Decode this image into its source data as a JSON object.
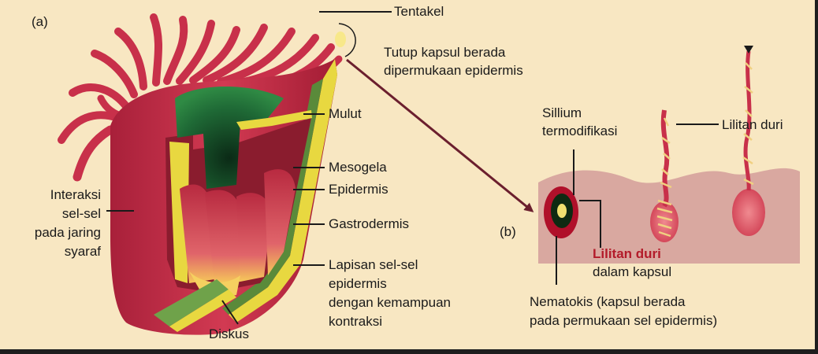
{
  "panel_a_label": "(a)",
  "panel_b_label": "(b)",
  "labels": {
    "tentakel": "Tentakel",
    "tutup_1": "Tutup kapsul berada",
    "tutup_2": "dipermukaan epidermis",
    "mulut": "Mulut",
    "mesogela": "Mesogela",
    "epidermis": "Epidermis",
    "gastrodermis": "Gastrodermis",
    "lapisan_1": "Lapisan sel-sel",
    "lapisan_2": "epidermis",
    "lapisan_3": "dengan kemampuan",
    "lapisan_4": "kontraksi",
    "diskus": "Diskus",
    "interaksi_1": "Interaksi",
    "interaksi_2": "sel-sel",
    "interaksi_3": "pada jaring",
    "interaksi_4": "syaraf",
    "sillium_1": "Sillium",
    "sillium_2": "termodifikasi",
    "lilitan_duri": "Lilitan duri",
    "lilitan_kapsul_1": "Lilitan duri",
    "lilitan_kapsul_2": "dalam kapsul",
    "nematokis_1": "Nematokis (kapsul berada",
    "nematokis_2": "pada permukaan sel epidermis)"
  },
  "colors": {
    "background": "#f8e7c2",
    "body_red": "#c8304a",
    "body_dark": "#8e1c30",
    "mouth_green": "#1f6a36",
    "mesoglea_yellow": "#e8d840",
    "epidermis_strip": "#d9a8a0",
    "arrow": "#6b1f2e"
  }
}
